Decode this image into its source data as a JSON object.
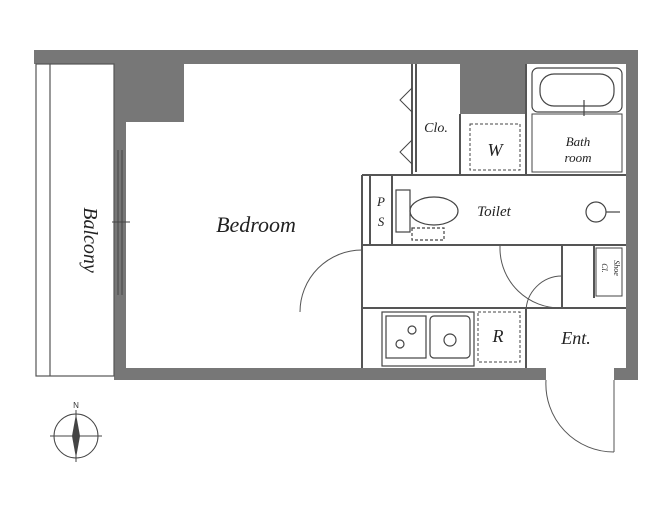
{
  "rooms": {
    "bedroom": "Bedroom",
    "balcony": "Balcony",
    "closet": "Clo.",
    "washer": "W",
    "bathroom_line1": "Bath",
    "bathroom_line2": "room",
    "toilet": "Toilet",
    "pipe_space_p": "P",
    "pipe_space_s": "S",
    "shoe_closet_line1": "Shoe",
    "shoe_closet_line2": "Cl.",
    "refrigerator": "R",
    "entrance": "Ent."
  },
  "compass": {
    "north": "N"
  },
  "colors": {
    "wall": "#777777",
    "line": "#444444",
    "fill": "#ffffff",
    "background": "#ffffff"
  }
}
